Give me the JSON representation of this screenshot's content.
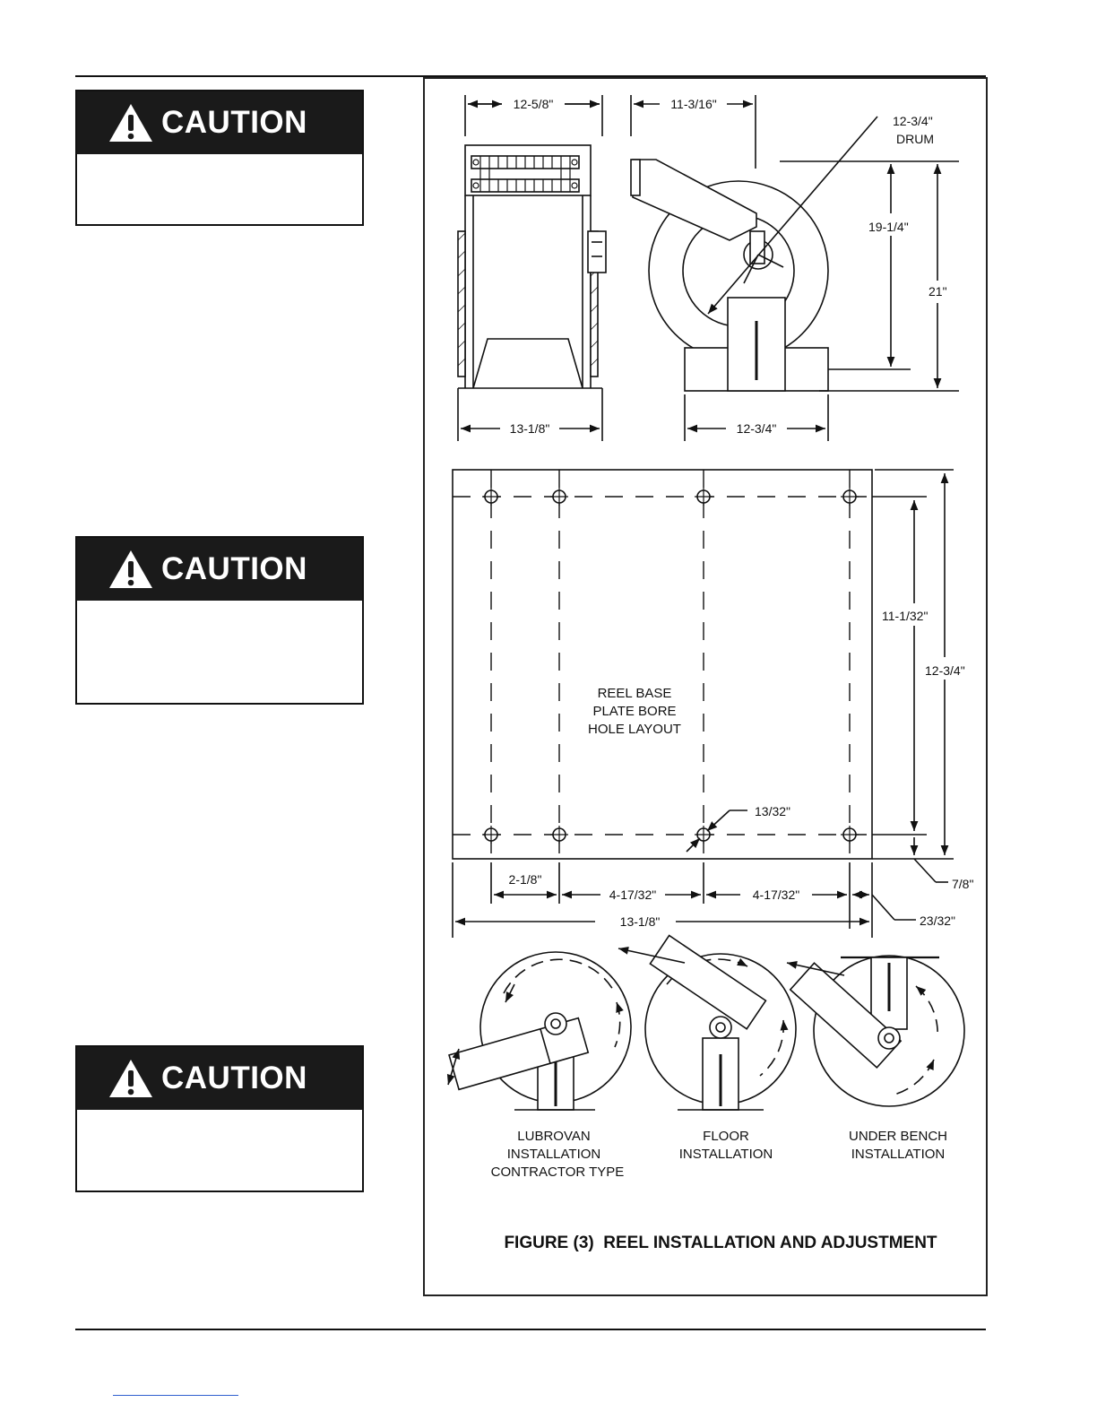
{
  "cautions": [
    {
      "label": "CAUTION",
      "icon": "warning-triangle-icon"
    },
    {
      "label": "CAUTION",
      "icon": "warning-triangle-icon"
    },
    {
      "label": "CAUTION",
      "icon": "warning-triangle-icon"
    }
  ],
  "figure": {
    "caption": "FIGURE (3)  REEL INSTALLATION AND ADJUSTMENT",
    "side_view": {
      "top_width": "12-5/8\"",
      "bottom_width": "13-1/8\""
    },
    "front_view": {
      "offset": "11-3/16\"",
      "drum_size": "12-3/4\"",
      "drum_label": "DRUM",
      "height_inner": "19-1/4\"",
      "height_total": "21\"",
      "base_width": "12-3/4\""
    },
    "base_plate": {
      "title_lines": [
        "REEL BASE",
        "PLATE BORE",
        "HOLE LAYOUT"
      ],
      "hole_dia": "13/32\"",
      "v_inner": "11-1/32\"",
      "v_total": "12-3/4\"",
      "bottom_offset": "7/8\"",
      "h_first": "2-1/8\"",
      "h_spacing_1": "4-17/32\"",
      "h_spacing_2": "4-17/32\"",
      "right_offset": "23/32\"",
      "h_total": "13-1/8\""
    },
    "installations": [
      {
        "lines": [
          "LUBROVAN",
          "INSTALLATION",
          "CONTRACTOR TYPE"
        ]
      },
      {
        "lines": [
          "FLOOR",
          "INSTALLATION"
        ]
      },
      {
        "lines": [
          "UNDER BENCH",
          "INSTALLATION"
        ]
      }
    ]
  }
}
